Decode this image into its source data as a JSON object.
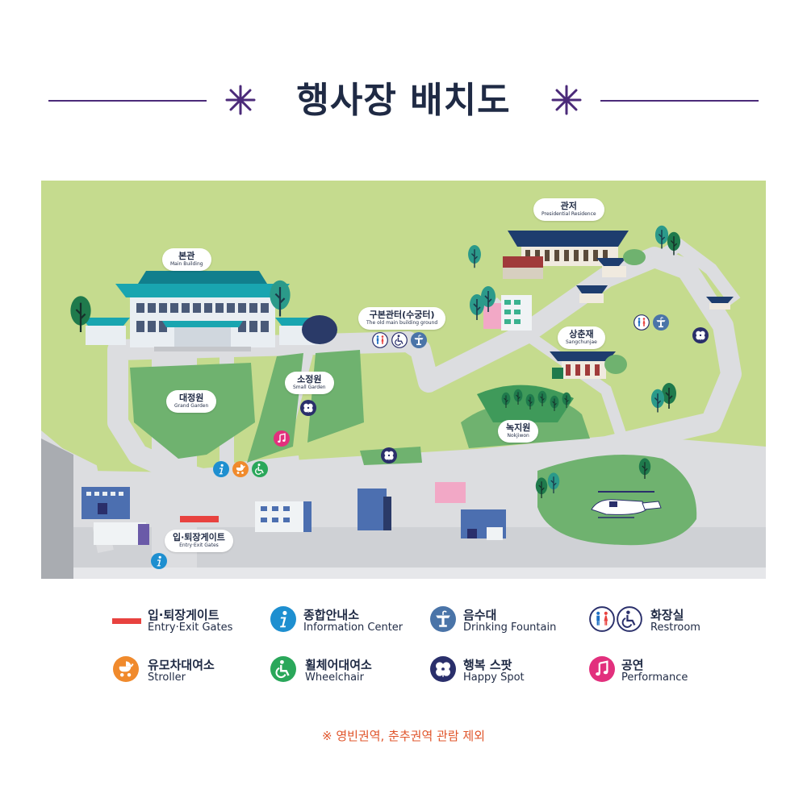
{
  "title": "행사장 배치도",
  "colors": {
    "accent_purple": "#4b2a79",
    "grass_light": "#c5db8e",
    "grass_dark": "#6fb26f",
    "road": "#dcdde0",
    "road_dark": "#c4c6ca",
    "gate_red": "#e8423f",
    "info_blue": "#1e8fd0",
    "stroller_orange": "#f08a2c",
    "wheelchair_green": "#2aa75a",
    "fountain_blue": "#4a74a8",
    "happy_navy": "#2a2f6b",
    "performance_pink": "#e2307d",
    "note_orange": "#e0552b"
  },
  "map": {
    "labels": {
      "main_building": {
        "ko": "본관",
        "en": "Main Building"
      },
      "residence": {
        "ko": "관저",
        "en": "Presidential Residence"
      },
      "old_main": {
        "ko": "구본관터(수궁터)",
        "en": "The old main building ground"
      },
      "sangchunjae": {
        "ko": "상춘재",
        "en": "Sangchunjae"
      },
      "grand_garden": {
        "ko": "대정원",
        "en": "Grand Garden"
      },
      "small_garden": {
        "ko": "소정원",
        "en": "Small Garden"
      },
      "nokjiwon": {
        "ko": "녹지원",
        "en": "Nokjiwon"
      },
      "gates": {
        "ko": "입·퇴장게이트",
        "en": "Entry·Exit Gates"
      }
    },
    "icons": [
      "info-icon",
      "stroller-icon",
      "wheelchair-icon",
      "performance-icon",
      "happy-spot-icon",
      "restroom-icon",
      "fountain-icon",
      "helicopter-icon",
      "tree-icon",
      "hanok-building-icon"
    ]
  },
  "legend": [
    {
      "id": "gates",
      "ko": "입·퇴장게이트",
      "en": "Entry·Exit Gates",
      "icon": "red-bar-icon"
    },
    {
      "id": "info",
      "ko": "종합안내소",
      "en": "Information Center",
      "icon": "info-icon"
    },
    {
      "id": "fountain",
      "ko": "음수대",
      "en": "Drinking Fountain",
      "icon": "fountain-icon"
    },
    {
      "id": "restroom",
      "ko": "화장실",
      "en": "Restroom",
      "icon": "restroom-icon"
    },
    {
      "id": "stroller",
      "ko": "유모차대여소",
      "en": "Stroller",
      "icon": "stroller-icon"
    },
    {
      "id": "wheelchair",
      "ko": "휠체어대여소",
      "en": "Wheelchair",
      "icon": "wheelchair-icon"
    },
    {
      "id": "happy",
      "ko": "행복 스팟",
      "en": "Happy Spot",
      "icon": "happy-spot-icon"
    },
    {
      "id": "performance",
      "ko": "공연",
      "en": "Performance",
      "icon": "performance-icon"
    }
  ],
  "note": "※ 영빈권역, 춘추권역 관람 제외"
}
